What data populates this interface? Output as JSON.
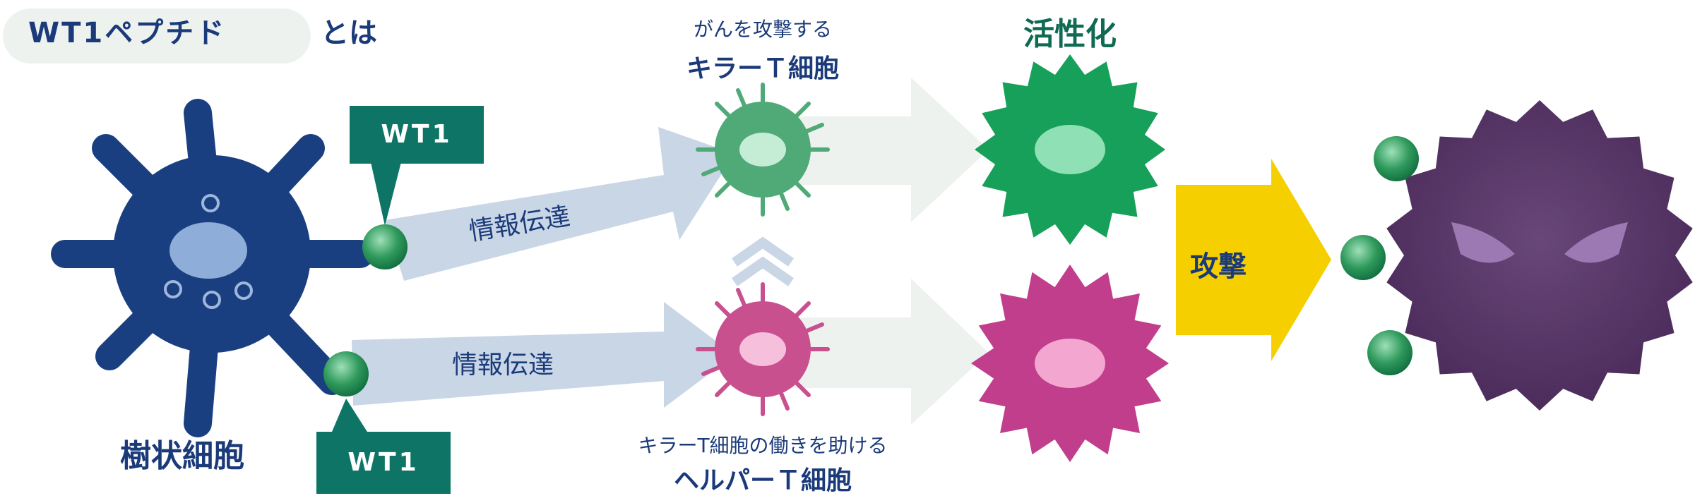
{
  "header": {
    "title": "WT1ペプチド",
    "suffix": "とは"
  },
  "dendritic": {
    "label": "樹状細胞"
  },
  "wt1_tag_top": "WT1",
  "wt1_tag_bottom": "WT1",
  "flow_top": "情報伝達",
  "flow_bottom": "情報伝達",
  "killer": {
    "caption": "がんを攻撃する",
    "name": "キラーＴ細胞"
  },
  "helper": {
    "caption": "キラーT細胞の働きを助ける",
    "name": "ヘルパーＴ細胞"
  },
  "activation": "活性化",
  "attack": "攻撃",
  "colors": {
    "navy": "#1a3a7a",
    "teal_tag": "#0e7566",
    "killer_green": "#4faa78",
    "active_green": "#16a05a",
    "helper_pink": "#c8508f",
    "active_magenta": "#c03e8c",
    "attack_yellow": "#f5cf00",
    "cancer_purple": "#5e3a6e",
    "arrow_blue": "#c9d6e6",
    "arrow_faint": "#eef2ef"
  }
}
